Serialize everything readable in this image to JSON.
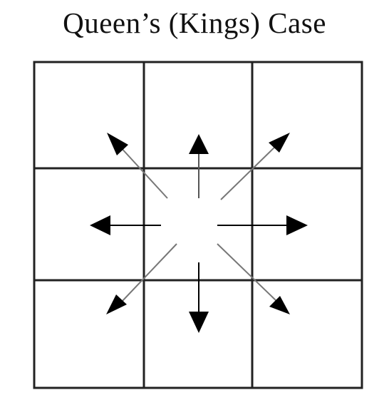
{
  "title": "Queen’s (Kings) Case",
  "colors": {
    "background": "#ffffff",
    "grid_line": "#222222",
    "arrow": "#000000",
    "arrow_shaft": "#777777"
  },
  "grid": {
    "rows": 3,
    "cols": 3,
    "center_cell": "row 2, column 2"
  },
  "arrows": [
    {
      "direction": "up-left",
      "icon": "arrow-up-left-icon"
    },
    {
      "direction": "up",
      "icon": "arrow-up-icon"
    },
    {
      "direction": "up-right",
      "icon": "arrow-up-right-icon"
    },
    {
      "direction": "left",
      "icon": "arrow-left-icon"
    },
    {
      "direction": "right",
      "icon": "arrow-right-icon"
    },
    {
      "direction": "down-left",
      "icon": "arrow-down-left-icon"
    },
    {
      "direction": "down",
      "icon": "arrow-down-icon"
    },
    {
      "direction": "down-right",
      "icon": "arrow-down-right-icon"
    }
  ]
}
